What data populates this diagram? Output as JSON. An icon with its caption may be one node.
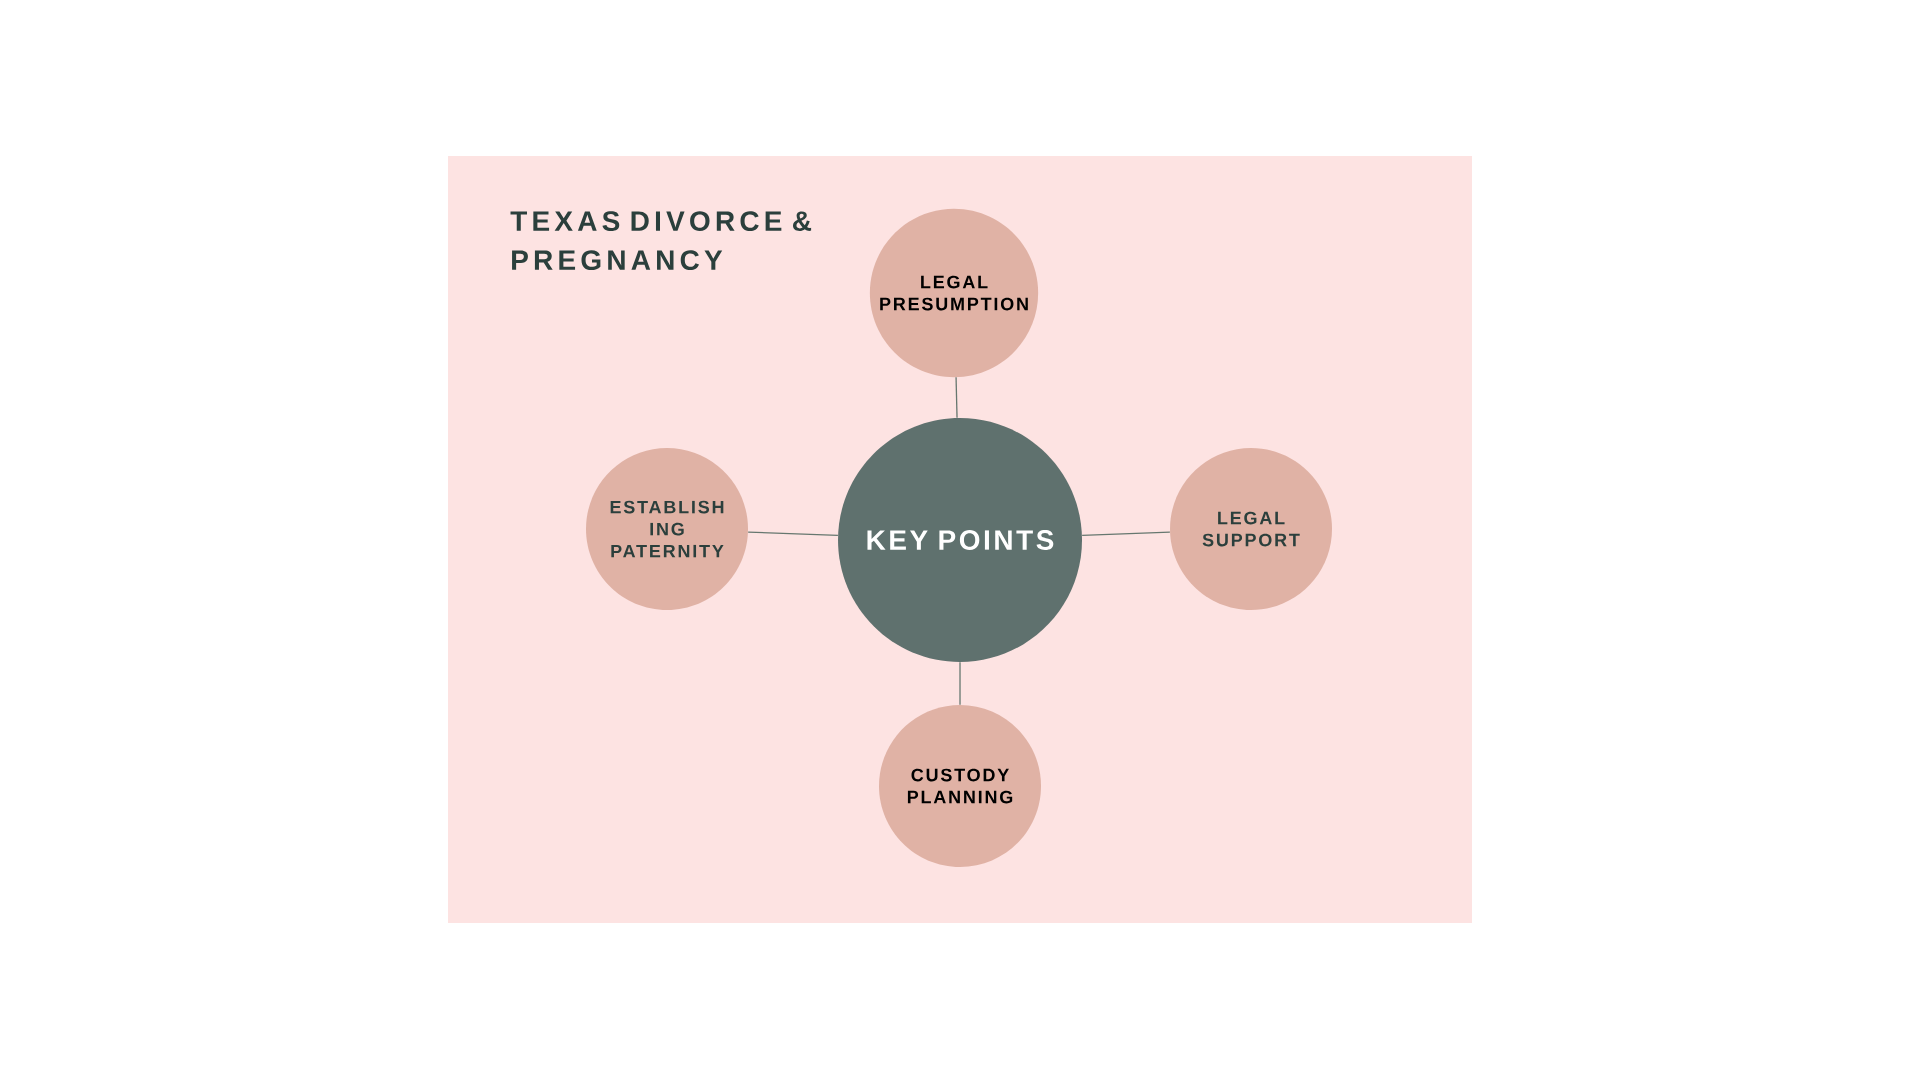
{
  "diagram": {
    "title": "TEXAS DIVORCE & PREGNANCY",
    "nodes": [
      {
        "text": [
          "LEGAL PRESUMPTION"
        ]
      },
      {
        "text": [
          "ESTABLISH ING PATERNITY"
        ]
      },
      {
        "text": [
          "KEY POINTS"
        ]
      },
      {
        "text": [
          "LEGAL SUPPORT"
        ]
      },
      {
        "text": [
          "CUSTODY PLANNING"
        ]
      }
    ],
    "edges": [
      {
        "from": 2,
        "to": 0,
        "arrow": "none"
      },
      {
        "from": 2,
        "to": 1,
        "arrow": "none"
      },
      {
        "from": 2,
        "to": 3,
        "arrow": "none"
      },
      {
        "from": 2,
        "to": 4,
        "arrow": "none"
      }
    ]
  }
}
